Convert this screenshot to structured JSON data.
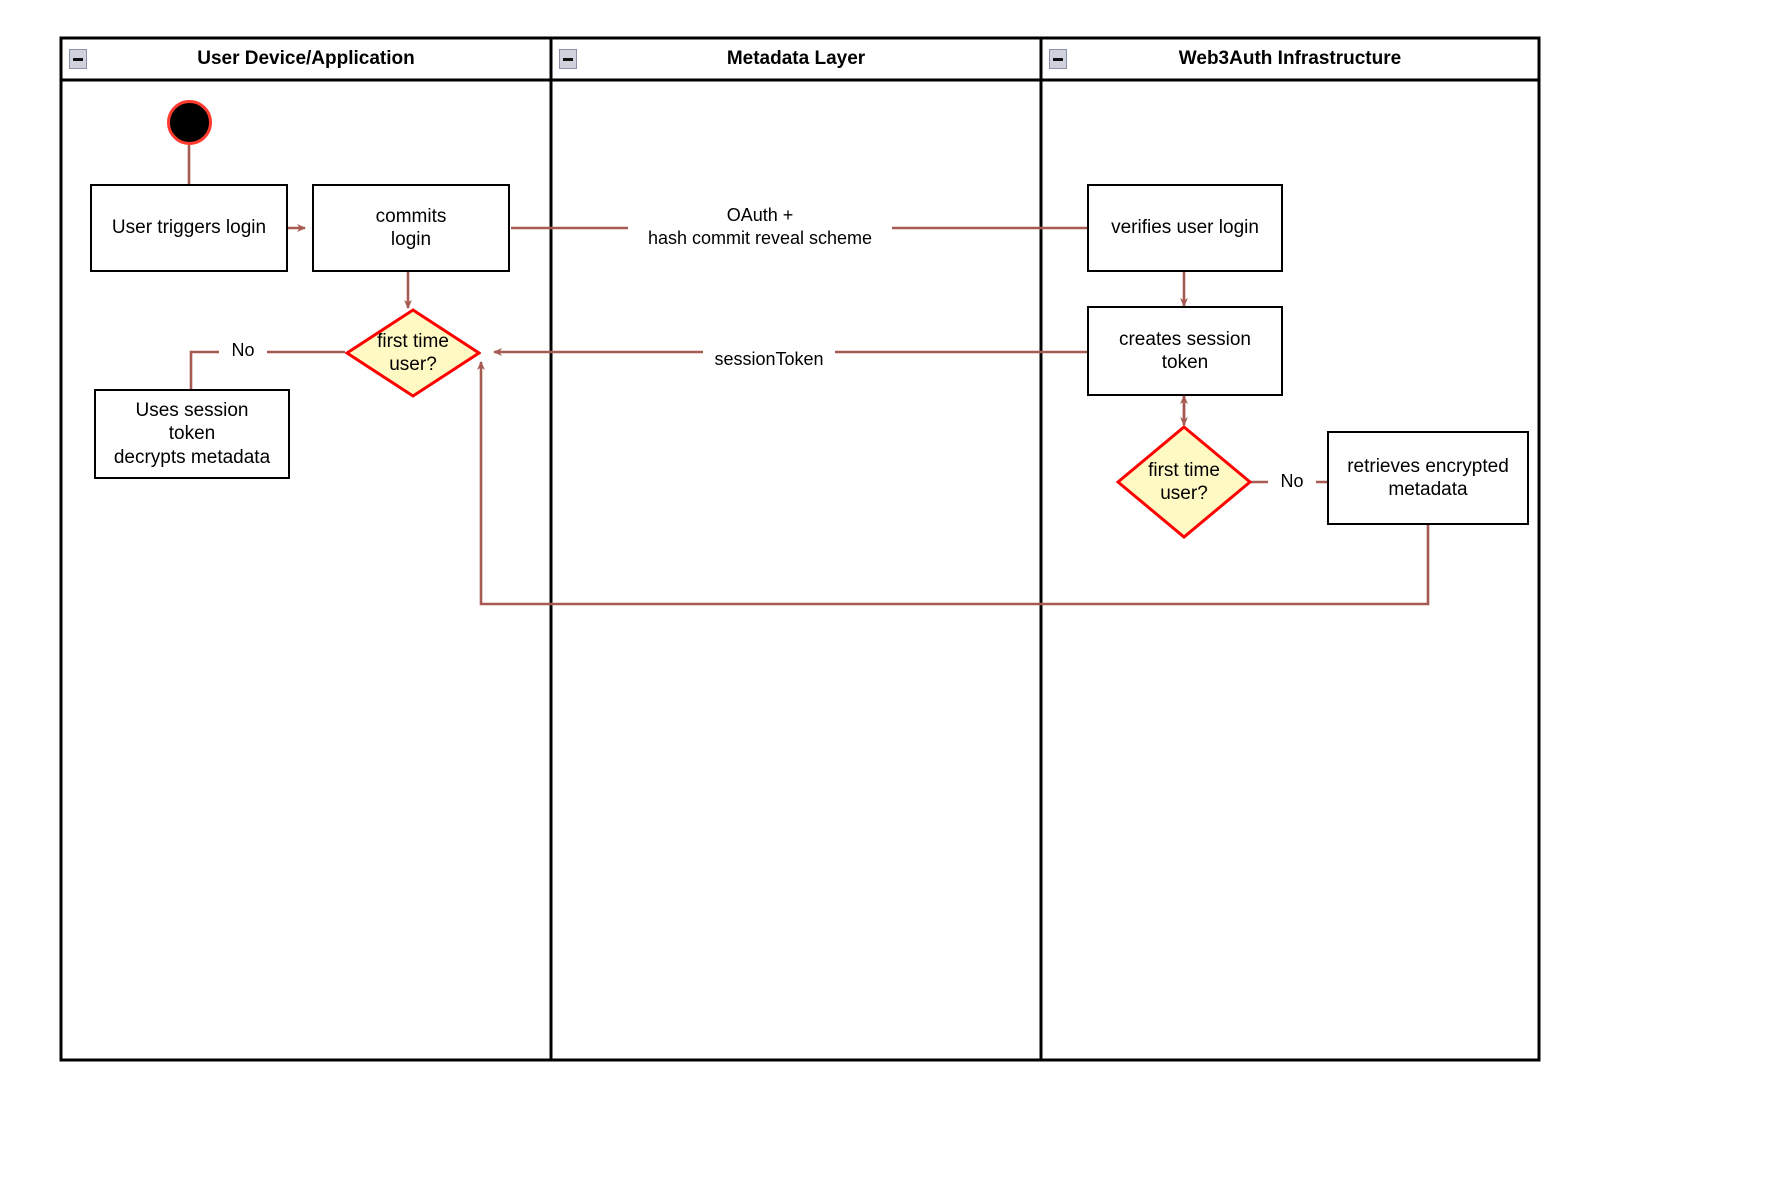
{
  "diagram": {
    "title_type": "uml-activity-swimlane",
    "colors": {
      "lane_border": "#000000",
      "node_border": "#000000",
      "node_fill": "#FFFFFF",
      "decision_fill": "#FFF9C4",
      "decision_border": "#FF0000",
      "connector": "#A65A52",
      "start_fill": "#000000",
      "start_ring": "#FF3B30",
      "collapse_icon_fill": "#CFD2DD"
    }
  },
  "lanes": [
    {
      "id": "lane-user-device",
      "label": "User Device/Application",
      "collapse_icon": "collapse-minus-icon"
    },
    {
      "id": "lane-metadata",
      "label": "Metadata Layer",
      "collapse_icon": "collapse-minus-icon"
    },
    {
      "id": "lane-web3auth",
      "label": "Web3Auth Infrastructure",
      "collapse_icon": "collapse-minus-icon"
    }
  ],
  "nodes": {
    "start": {
      "type": "initial-node",
      "label": ""
    },
    "user_triggers_login": {
      "type": "activity",
      "label": "User triggers login"
    },
    "commits_login": {
      "type": "activity",
      "label": "commits\nlogin"
    },
    "first_time_user_client": {
      "type": "decision",
      "label": "first time\nuser?"
    },
    "uses_session_token": {
      "type": "activity",
      "label": "Uses session\ntoken\ndecrypts metadata"
    },
    "verifies_user_login": {
      "type": "activity",
      "label": "verifies user login"
    },
    "creates_session_token": {
      "type": "activity",
      "label": "creates session\ntoken"
    },
    "first_time_user_server": {
      "type": "decision",
      "label": "first time\nuser?"
    },
    "retrieves_encrypted_metadata": {
      "type": "activity",
      "label": "retrieves encrypted\nmetadata"
    }
  },
  "edge_labels": {
    "oauth": "OAuth +\nhash commit reveal scheme",
    "session_token": "sessionToken",
    "no_client": "No",
    "no_server": "No"
  }
}
